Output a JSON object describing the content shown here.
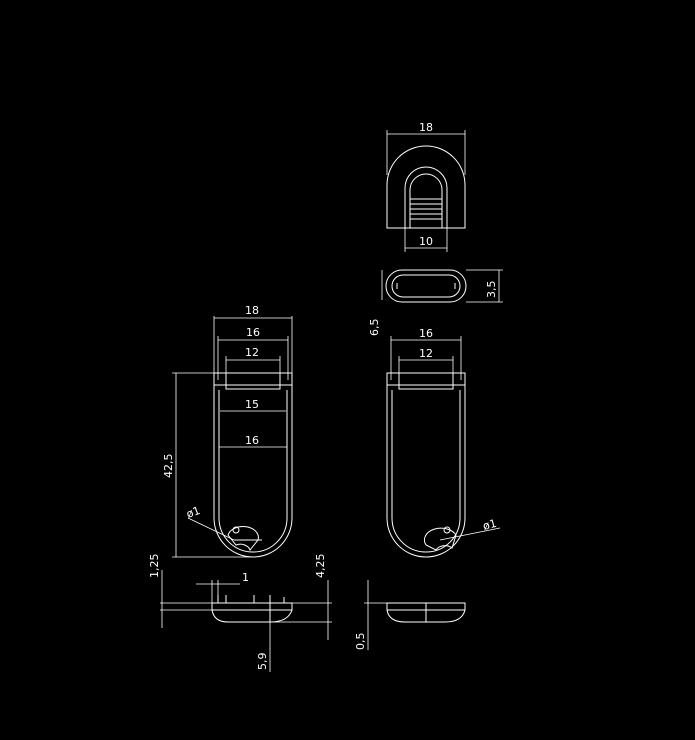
{
  "background_color": "#000000",
  "line_color": "#ffffff",
  "dimensions": {
    "front_width_outer": "18",
    "front_width_mid": "16",
    "front_width_inner": "12",
    "front_width_15": "15",
    "front_width_16b": "16",
    "front_height": "42,5",
    "front_hole": "ø1",
    "top_width": "18",
    "top_inner": "10",
    "section_height": "3,5",
    "section_gap": "6,5",
    "right_width_mid": "16",
    "right_width_inner": "12",
    "right_hole": "ø1",
    "side_left": "1,25",
    "side_small": "1",
    "side_right": "4,25",
    "side_bottom": "5,9",
    "side2_bottom": "0,5"
  }
}
